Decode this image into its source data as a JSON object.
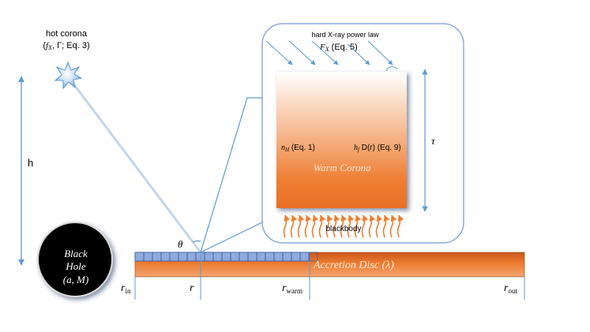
{
  "hot_corona": {
    "label": "hot corona",
    "params_open": "(",
    "f_symbol": "f",
    "f_sub": "X",
    "params_rest": ", Γ; Eq. 3)"
  },
  "height": {
    "label": "h"
  },
  "black_hole": {
    "line1": "Black",
    "line2": "Hole",
    "line3": "(a, M)"
  },
  "angle": {
    "label": "θ"
  },
  "zoom_panel": {
    "powerlaw_label": "hard X-ray power law",
    "fx_symbol": "F",
    "fx_sub": "X",
    "fx_eq": " (Eq. 5)",
    "tau_label": "τ",
    "nh_symbol": "n",
    "nh_sub": "H",
    "nh_eq": " (Eq. 1)",
    "hf_symbol": "h",
    "hf_sub": "f",
    "hf_rest": " D(r) (Eq. 9)",
    "warm_corona_label": "Warm Corona",
    "blackbody_label": "blackbody"
  },
  "disc": {
    "label": "Accretion Disc (λ)"
  },
  "radii": {
    "r_in_main": "r",
    "r_in_sub": "in",
    "r_label": "r",
    "r_warm_main": "r",
    "r_warm_sub": "warm",
    "r_out_main": "r",
    "r_out_sub": "out"
  },
  "colors": {
    "orange": "#ee7d31",
    "blue_line": "#5b9bd5",
    "panel_border": "#8eaadb",
    "black": "#000000"
  }
}
